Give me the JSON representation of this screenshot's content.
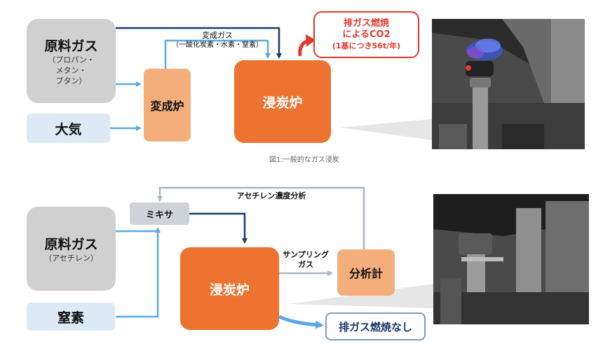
{
  "top": {
    "raw_gas_title": "原料ガス",
    "raw_gas_sub": [
      "（プロパン・",
      "メタン・",
      "ブタン）"
    ],
    "air": "大気",
    "reformer": "変成炉",
    "reformed_gas_label": "変成ガス",
    "reformed_gas_sub": "（一酸化炭素・水素・窒素）",
    "carburizing_furnace": "浸炭炉",
    "co2_callout": [
      "排ガス燃焼",
      "によるCO2",
      "(1基につき56t/年)"
    ],
    "caption": "図1:一般的なガス浸炭"
  },
  "bottom": {
    "mixer": "ミキサ",
    "acetylene_label": "アセチレン濃度分析",
    "raw_gas_title": "原料ガス",
    "raw_gas_sub": "（アセチレン）",
    "nitrogen": "窒素",
    "carburizing_furnace": "浸炭炉",
    "sampling_gas": [
      "サンプリング",
      "ガス"
    ],
    "analyzer": "分析計",
    "no_exhaust": "排ガス燃焼なし"
  },
  "colors": {
    "navy": "#1f3a6b",
    "sky": "#5aa9e6",
    "gray_arrow": "#a9b7c9",
    "orange": "#ee7230",
    "peach": "#f4ae7b",
    "red": "#e03a2c"
  }
}
